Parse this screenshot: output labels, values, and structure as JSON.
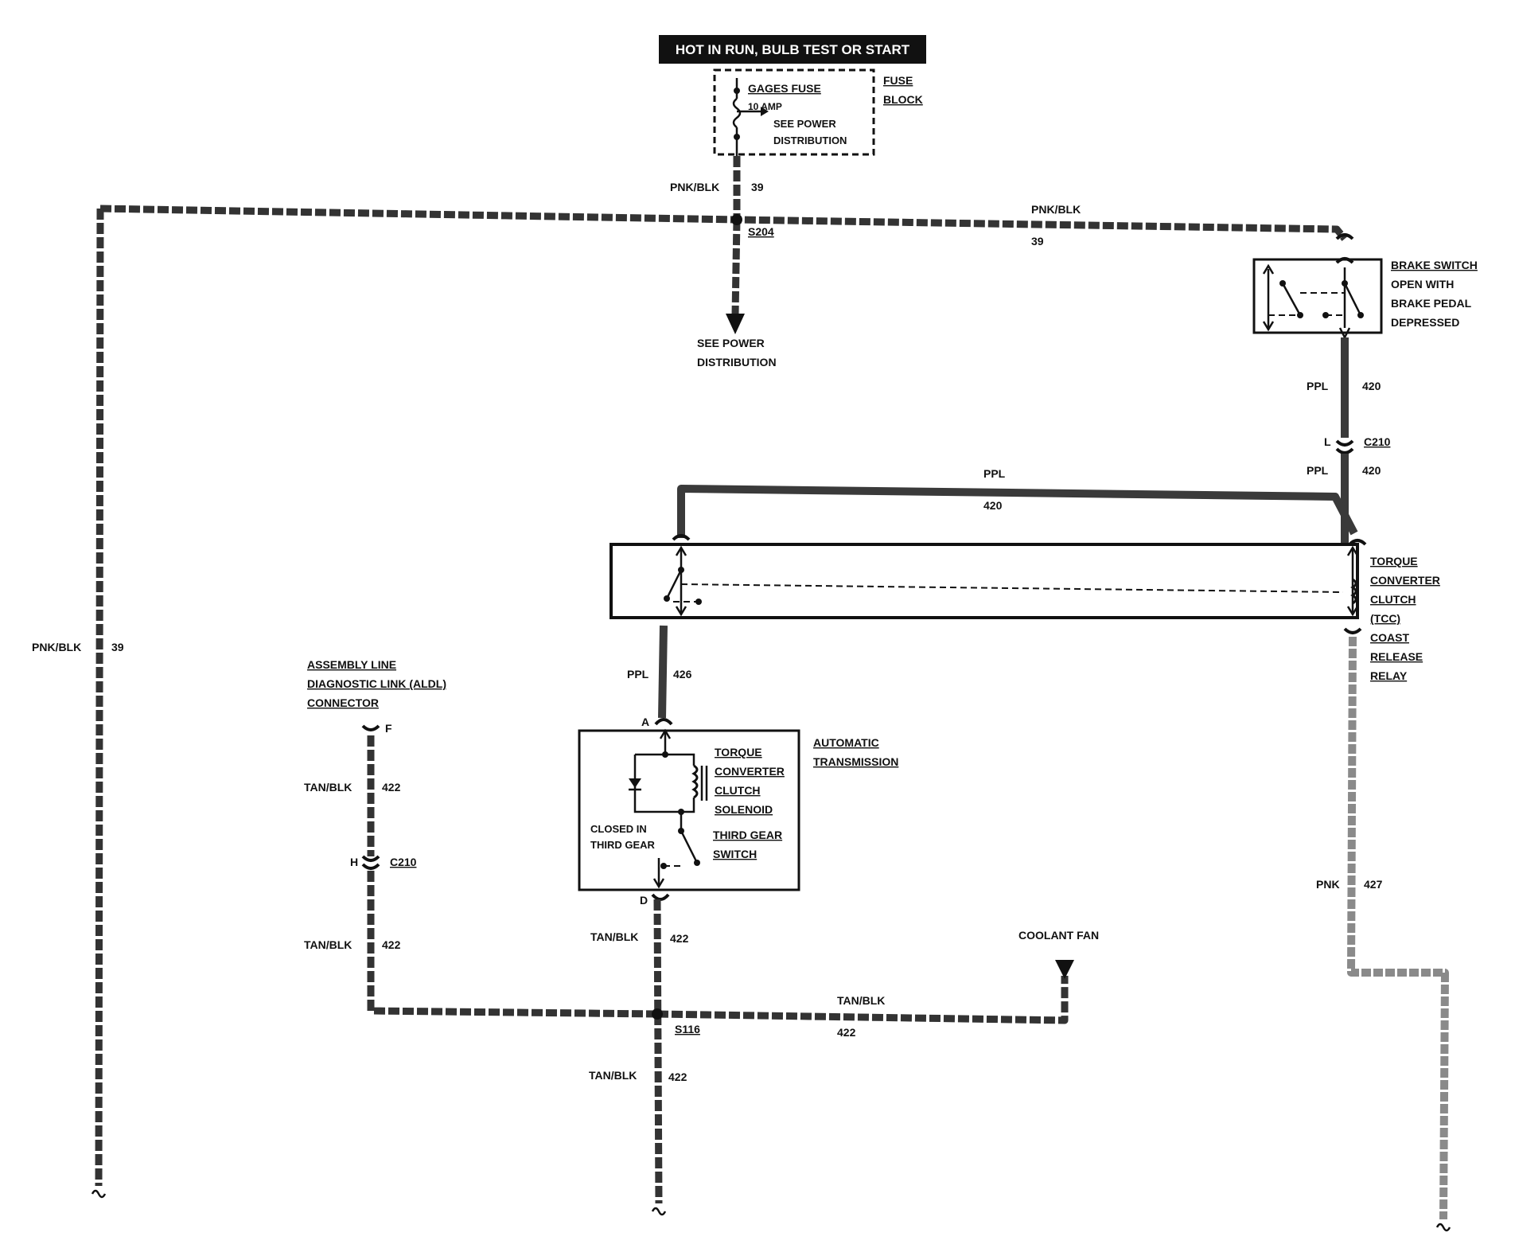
{
  "header": {
    "banner": "HOT IN RUN,  BULB TEST OR START"
  },
  "fuse": {
    "name": "GAGES FUSE",
    "rating": "10 AMP",
    "see1": "SEE POWER",
    "see2": "DISTRIBUTION",
    "block1": "FUSE",
    "block2": "BLOCK"
  },
  "wires": {
    "pnk_blk": "PNK/BLK",
    "w39": "39",
    "ppl": "PPL",
    "w420": "420",
    "w426": "426",
    "tan_blk": "TAN/BLK",
    "w422": "422",
    "pnk": "PNK",
    "w427": "427"
  },
  "splices": {
    "s204": "S204",
    "s116": "S116"
  },
  "power_dist": {
    "line1": "SEE POWER",
    "line2": "DISTRIBUTION"
  },
  "brake_switch": {
    "line1": "BRAKE SWITCH",
    "line2": "OPEN WITH",
    "line3": "BRAKE PEDAL",
    "line4": "DEPRESSED"
  },
  "connectors": {
    "c210": "C210",
    "l": "L",
    "h": "H",
    "f": "F",
    "a": "A",
    "d": "D"
  },
  "relay": {
    "line1": "TORQUE",
    "line2": "CONVERTER",
    "line3": "CLUTCH",
    "line4": "(TCC)",
    "line5": "COAST",
    "line6": "RELEASE",
    "line7": "RELAY"
  },
  "aldl": {
    "line1": "ASSEMBLY LINE",
    "line2": "DIAGNOSTIC LINK (ALDL)",
    "line3": "CONNECTOR"
  },
  "transmission": {
    "line1": "AUTOMATIC",
    "line2": "TRANSMISSION"
  },
  "solenoid": {
    "line1": "TORQUE",
    "line2": "CONVERTER",
    "line3": "CLUTCH",
    "line4": "SOLENOID"
  },
  "third_gear": {
    "line1": "THIRD GEAR",
    "line2": "SWITCH",
    "closed1": "CLOSED IN",
    "closed2": "THIRD GEAR"
  },
  "coolant_fan": "COOLANT FAN"
}
